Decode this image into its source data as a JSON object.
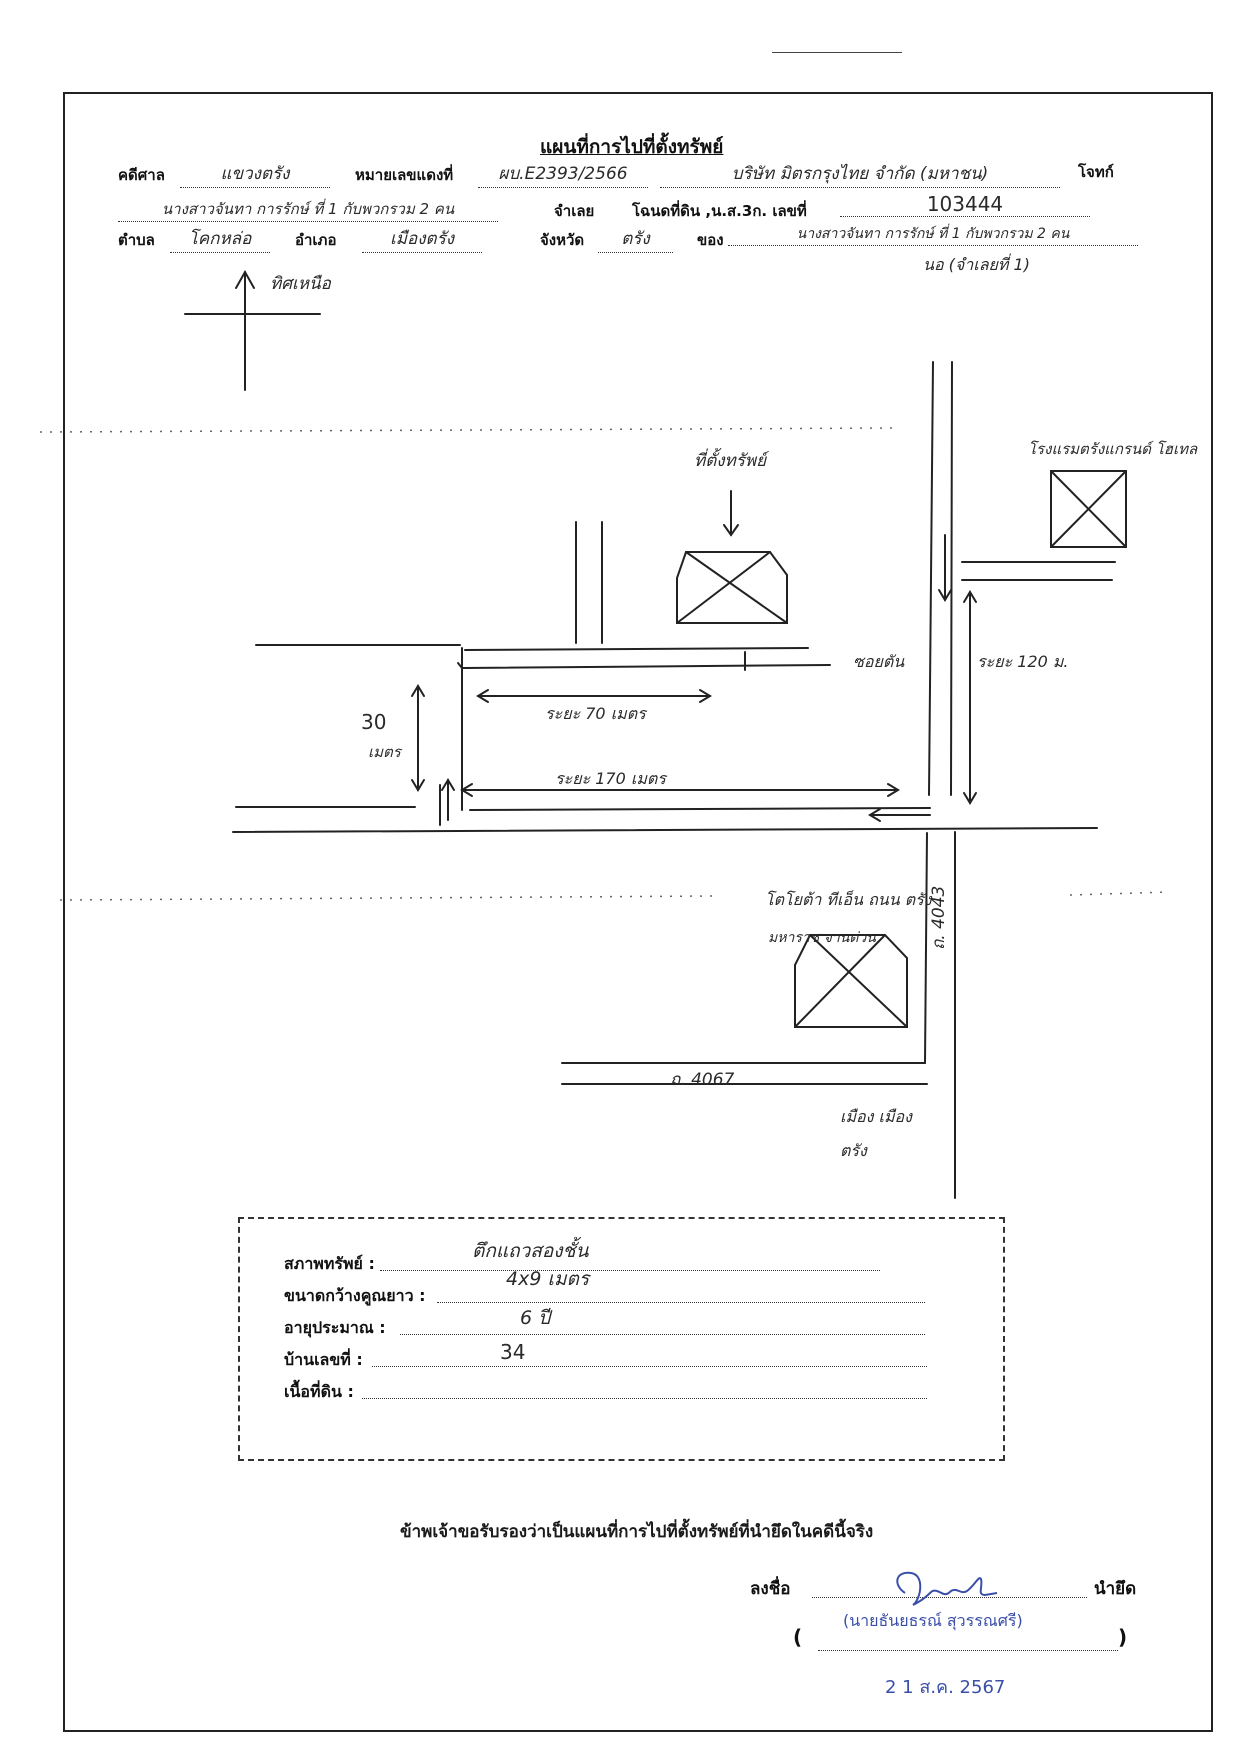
{
  "header": {
    "title": "แผนที่การไปที่ตั้งทรัพย์",
    "case_label": "คดีศาล",
    "case_value": "แขวงตรัง",
    "case_no_label": "หมายเลขแดงที่",
    "case_no_value": "ผบ.E2393/2566",
    "plaintiff_value": "บริษัท มิตรกรุงไทย จำกัด (มหาชน)",
    "plaintiff_label": "โจทก์",
    "defendant_value": "นางสาวจันทา การรักษ์ ที่ 1 กับพวกรวม 2 คน",
    "defendant_label": "จำเลย",
    "deed_label": "โฉนดที่ดิน ,น.ส.3ก. เลขที่",
    "deed_value": "103444",
    "subdistrict_label": "ตำบล",
    "subdistrict_value": "โคกหล่อ",
    "district_label": "อำเภอ",
    "district_value": "เมืองตรัง",
    "province_label": "จังหวัด",
    "province_value": "ตรัง",
    "owner_label": "ของ",
    "owner_value": "นางสาวจันทา การรักษ์ ที่ 1 กับพวกรวม 2 คน",
    "owner_note": "นอ (จำเลยที่ 1)"
  },
  "map": {
    "north_label": "ทิศเหนือ",
    "property_label": "ที่ตั้งทรัพย์",
    "hotel_label": "โรงแรมตรังแกรนด์ โฮเทล",
    "soi_label": "ซอยตัน",
    "dist_120": "ระยะ 120 ม.",
    "dist_30_num": "30",
    "dist_30_unit": "เมตร",
    "dist_70": "ระยะ 70 เมตร",
    "dist_170": "ระยะ 170 เมตร",
    "shop_label": "โตโยต้า ทีเอ็น ถนน ตรัง",
    "shop_sub": "มหาราช จานด่วน",
    "road_4043": "ถ. 4043",
    "road_4067": "ถ. 4067",
    "to_city": "เมือง เมือง ตรัง"
  },
  "details": {
    "condition_label": "สภาพทรัพย์ :",
    "condition_value": "ตึกแถวสองชั้น",
    "size_label": "ขนาดกว้างคูณยาว :",
    "size_value": "4x9 เมตร",
    "age_label": "อายุประมาณ :",
    "age_value": "6 ปี",
    "house_no_label": "บ้านเลขที่ :",
    "house_no_value": "34",
    "land_area_label": "เนื้อที่ดิน :",
    "land_area_value": ""
  },
  "footer": {
    "certify": "ข้าพเจ้าขอรับรองว่าเป็นแผนที่การไปที่ตั้งทรัพย์ที่นำยึดในคดีนี้จริง",
    "sign_label": "ลงชื่อ",
    "role_label": "นำยึด",
    "name": "(นายธันยธรณ์ สุวรรณศรี)",
    "paren_open": "(",
    "paren_close": ")",
    "date": "2 1 ส.ค. 2567"
  },
  "colors": {
    "ink": "#1a1a1a",
    "stamp_blue": "#3a4fa8"
  }
}
